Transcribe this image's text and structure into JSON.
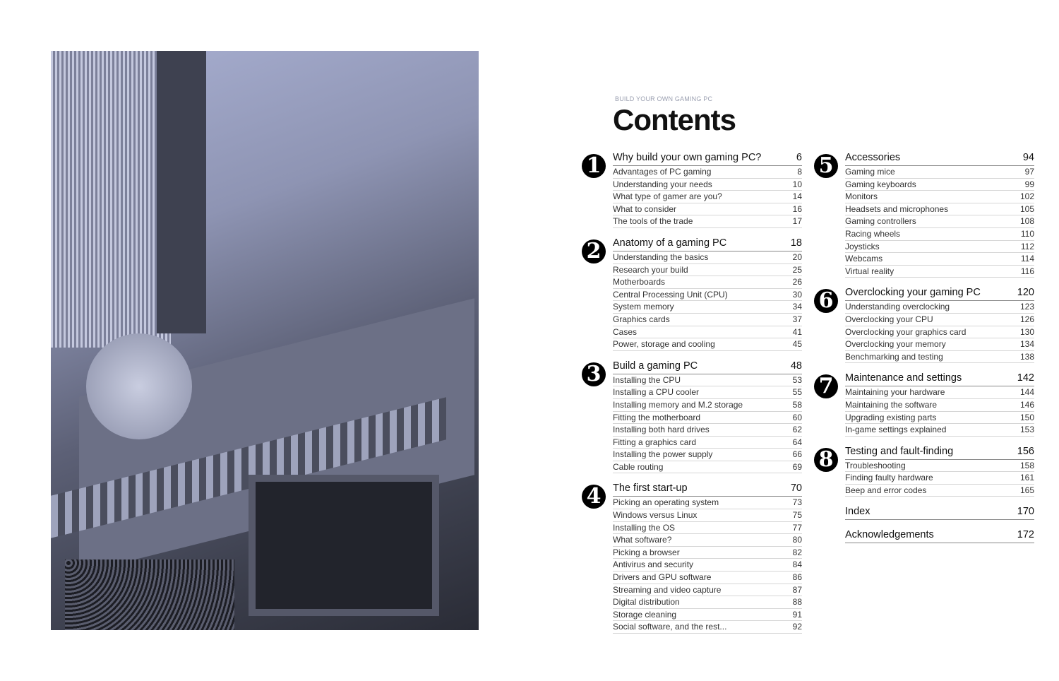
{
  "kicker": "BUILD YOUR OWN GAMING PC",
  "title": "Contents",
  "columns": [
    [
      {
        "num": "1",
        "title": "Why build your own gaming PC?",
        "page": "6",
        "items": [
          [
            "Advantages of PC gaming",
            "8"
          ],
          [
            "Understanding your needs",
            "10"
          ],
          [
            "What type of gamer are you?",
            "14"
          ],
          [
            "What to consider",
            "16"
          ],
          [
            "The tools of the trade",
            "17"
          ]
        ]
      },
      {
        "num": "2",
        "title": "Anatomy of a gaming PC",
        "page": "18",
        "items": [
          [
            "Understanding the basics",
            "20"
          ],
          [
            "Research your build",
            "25"
          ],
          [
            "Motherboards",
            "26"
          ],
          [
            "Central Processing Unit (CPU)",
            "30"
          ],
          [
            "System memory",
            "34"
          ],
          [
            "Graphics cards",
            "37"
          ],
          [
            "Cases",
            "41"
          ],
          [
            "Power, storage and cooling",
            "45"
          ]
        ]
      },
      {
        "num": "3",
        "title": "Build a gaming PC",
        "page": "48",
        "items": [
          [
            "Installing the CPU",
            "53"
          ],
          [
            "Installing a CPU cooler",
            "55"
          ],
          [
            "Installing memory and M.2 storage",
            "58"
          ],
          [
            "Fitting the motherboard",
            "60"
          ],
          [
            "Installing both hard drives",
            "62"
          ],
          [
            "Fitting a graphics card",
            "64"
          ],
          [
            "Installing the power supply",
            "66"
          ],
          [
            "Cable routing",
            "69"
          ]
        ]
      },
      {
        "num": "4",
        "title": "The first start-up",
        "page": "70",
        "items": [
          [
            "Picking an operating system",
            "73"
          ],
          [
            "Windows versus Linux",
            "75"
          ],
          [
            "Installing the OS",
            "77"
          ],
          [
            "What software?",
            "80"
          ],
          [
            "Picking a browser",
            "82"
          ],
          [
            "Antivirus and security",
            "84"
          ],
          [
            "Drivers and GPU software",
            "86"
          ],
          [
            "Streaming and video capture",
            "87"
          ],
          [
            "Digital distribution",
            "88"
          ],
          [
            "Storage cleaning",
            "91"
          ],
          [
            "Social software, and the rest...",
            "92"
          ]
        ]
      }
    ],
    [
      {
        "num": "5",
        "title": "Accessories",
        "page": "94",
        "items": [
          [
            "Gaming mice",
            "97"
          ],
          [
            "Gaming keyboards",
            "99"
          ],
          [
            "Monitors",
            "102"
          ],
          [
            "Headsets and microphones",
            "105"
          ],
          [
            "Gaming controllers",
            "108"
          ],
          [
            "Racing wheels",
            "110"
          ],
          [
            "Joysticks",
            "112"
          ],
          [
            "Webcams",
            "114"
          ],
          [
            "Virtual reality",
            "116"
          ]
        ]
      },
      {
        "num": "6",
        "title": "Overclocking your gaming PC",
        "page": "120",
        "items": [
          [
            "Understanding overclocking",
            "123"
          ],
          [
            "Overclocking your CPU",
            "126"
          ],
          [
            "Overclocking your graphics card",
            "130"
          ],
          [
            "Overclocking your memory",
            "134"
          ],
          [
            "Benchmarking and testing",
            "138"
          ]
        ]
      },
      {
        "num": "7",
        "title": "Maintenance and settings",
        "page": "142",
        "items": [
          [
            "Maintaining your hardware",
            "144"
          ],
          [
            "Maintaining the software",
            "146"
          ],
          [
            "Upgrading existing parts",
            "150"
          ],
          [
            "In-game settings explained",
            "153"
          ]
        ]
      },
      {
        "num": "8",
        "title": "Testing and fault-finding",
        "page": "156",
        "items": [
          [
            "Troubleshooting",
            "158"
          ],
          [
            "Finding faulty hardware",
            "161"
          ],
          [
            "Beep and error codes",
            "165"
          ]
        ]
      },
      {
        "num": "",
        "title": "Index",
        "page": "170",
        "items": []
      },
      {
        "num": "",
        "title": "Acknowledgements",
        "page": "172",
        "items": []
      }
    ]
  ]
}
